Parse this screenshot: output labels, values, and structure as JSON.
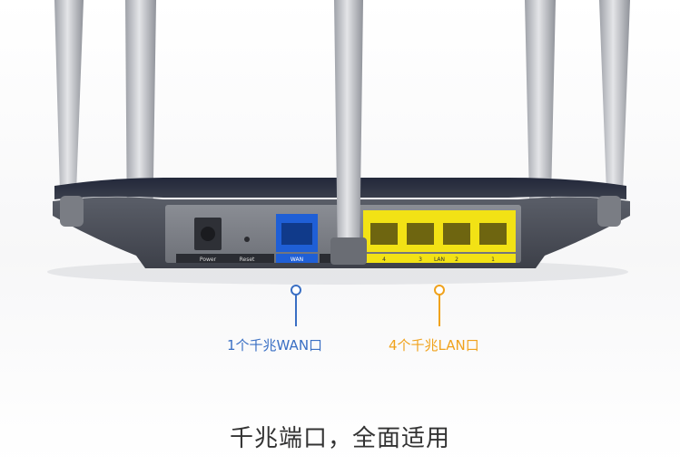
{
  "ports": {
    "power_label": "Power",
    "reset_label": "Reset",
    "wan_label": "WAN",
    "lan_label": "LAN",
    "lan_numbers": [
      "4",
      "3",
      "2",
      "1"
    ]
  },
  "callouts": {
    "wan": "1个千兆WAN口",
    "lan": "4个千兆LAN口"
  },
  "headline": "千兆端口，全面适用",
  "colors": {
    "wan_accent": "#3a6fc4",
    "lan_accent": "#f0a21c",
    "wan_port": "#1f5fd6",
    "lan_port": "#f2e215",
    "router_body": "#4a4e58"
  }
}
